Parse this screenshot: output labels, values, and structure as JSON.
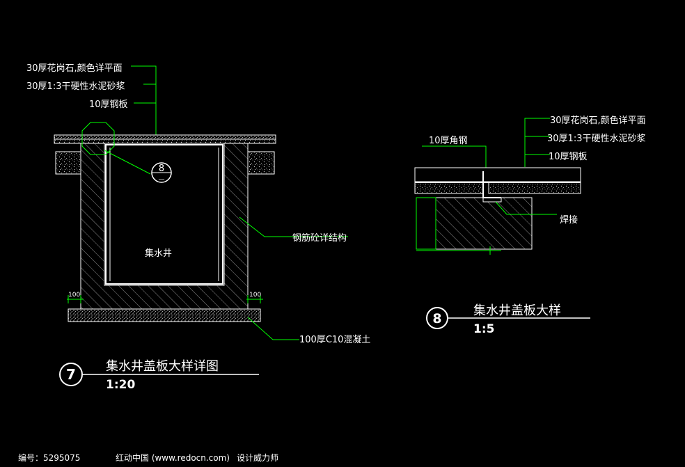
{
  "drawing7": {
    "labels": {
      "layer1": "30厚花岗石,颜色详平面",
      "layer2": "30厚1:3干硬性水泥砂浆",
      "layer3": "10厚钢板",
      "structure": "钢筋砼详结构",
      "pit": "集水井",
      "base": "100厚C10混凝土",
      "dim_left": "100",
      "dim_right": "100"
    },
    "detail_callout": {
      "number": "8",
      "sheet": "—"
    },
    "title": {
      "number": "7",
      "text": "集水井盖板大样详图",
      "scale": "1:20"
    }
  },
  "drawing8": {
    "labels": {
      "layer1": "30厚花岗石,颜色详平面",
      "layer2": "30厚1:3干硬性水泥砂浆",
      "layer3": "10厚钢板",
      "angle_steel": "10厚角钢",
      "weld": "焊接"
    },
    "title": {
      "number": "8",
      "text": "集水井盖板大样",
      "scale": "1:5"
    }
  },
  "footer": {
    "id_text": "编号：5295075",
    "site_text": "红动中国 (www.redocn.com)",
    "designer_text": "设计威力师"
  },
  "colors": {
    "background": "#000000",
    "line_white": "#ffffff",
    "leader_green": "#00ff00",
    "hatch_gray": "#8c8c8c"
  }
}
